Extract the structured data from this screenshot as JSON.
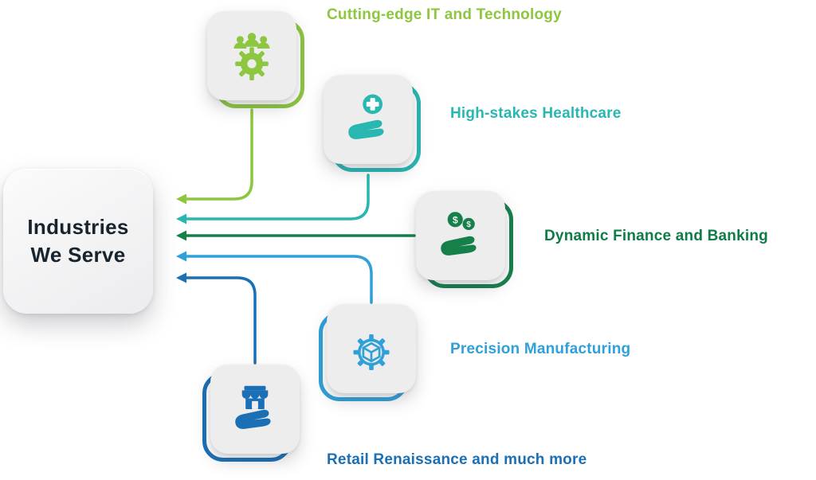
{
  "diagram": {
    "hub": {
      "title": "Industries\nWe Serve"
    },
    "industries": [
      {
        "name": "it-technology",
        "label": "Cutting-edge IT and Technology",
        "color": "#8dc63f",
        "icon": "gear-people-icon"
      },
      {
        "name": "healthcare",
        "label": "High-stakes Healthcare",
        "color": "#28b7b1",
        "icon": "hand-medical-cross-icon"
      },
      {
        "name": "finance-banking",
        "label": "Dynamic Finance and Banking",
        "color": "#15804a",
        "icon": "hand-money-coins-icon",
        "symbol": "$"
      },
      {
        "name": "manufacturing",
        "label": "Precision Manufacturing",
        "color": "#2fa0d8",
        "icon": "gear-cube-icon"
      },
      {
        "name": "retail",
        "label": "Retail Renaissance and much more",
        "color": "#1a6fb5",
        "icon": "hand-storefront-icon"
      }
    ]
  }
}
